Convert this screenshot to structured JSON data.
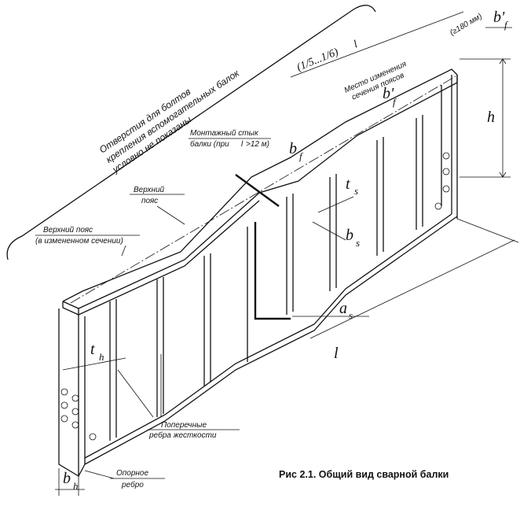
{
  "figure": {
    "caption": "Рис 2.1. Общий вид сварной балки",
    "holes_note": [
      "Отверстия для болтов",
      "крепления вспомогательных балок",
      "условно не показаны"
    ],
    "range_label": "(1/5...1/6)",
    "range_suffix": "l",
    "labels": {
      "change_place": [
        "Место изменения",
        "сечения поясов"
      ],
      "min_width": "(≥180 мм)",
      "joint": [
        "Монтажный стык",
        "балки (при",
        "l",
        ">12 м)"
      ],
      "upper_flange": [
        "Верхний",
        "пояс"
      ],
      "upper_flange_changed": [
        "Верхний пояс",
        "(в измененном сечении)"
      ],
      "stiffeners": [
        "Поперечные",
        "ребра жесткости"
      ],
      "support_rib": [
        "Опорное",
        "ребро"
      ]
    },
    "dimensions": {
      "bf_prime": {
        "main": "b'",
        "sub": "f"
      },
      "h": "h",
      "bf_prime_mid": {
        "main": "b'",
        "sub": "f"
      },
      "bf": {
        "main": "b",
        "sub": "f"
      },
      "ts": {
        "main": "t",
        "sub": "s"
      },
      "bs": {
        "main": "b",
        "sub": "s"
      },
      "as": {
        "main": "a",
        "sub": "s"
      },
      "l": "l",
      "th": {
        "main": "t",
        "sub": "h"
      },
      "bh": {
        "main": "b",
        "sub": "h"
      }
    }
  }
}
